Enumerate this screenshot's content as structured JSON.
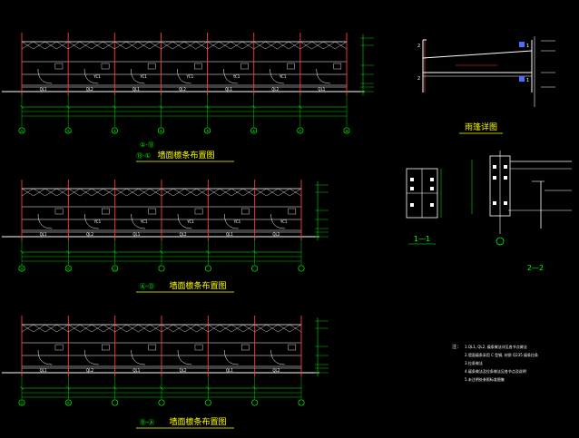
{
  "colors": {
    "background": "#000000",
    "frame": "#ffffff",
    "column": "#ff3b3b",
    "girt": "#ffffff",
    "dimension": "#00ff00",
    "title": "#ffff00",
    "grid_bubble": "#00ff00",
    "note": "#ffffff",
    "accent_blue": "#4a6cff",
    "cyan": "#00ffff"
  },
  "elevation_1": {
    "title_circles": [
      "①-⑬",
      "⑬-①"
    ],
    "title": "墙面檩条布置图",
    "grid_labels": [
      "①",
      "②",
      "③",
      "④",
      "⑤",
      "⑥",
      "⑦",
      "⑧"
    ],
    "bay_labels": [
      "YC1",
      "YC1",
      "YC1",
      "YC1",
      "YC1"
    ],
    "member_labels": [
      "QL1",
      "QL2",
      "QL1",
      "QL2",
      "QL1",
      "QL2",
      "QL1"
    ]
  },
  "elevation_2": {
    "title": "墙面檩条布置图",
    "title_circles": [
      "Ⓐ-Ⓓ"
    ],
    "grid_labels": [
      "Ⓐ",
      "Ⓑ",
      "Ⓒ"
    ],
    "bay_labels": [
      "YC1",
      "YC1",
      "YC1",
      "YC1",
      "YC1"
    ],
    "member_labels": [
      "QL1",
      "QL2",
      "QL1",
      "QL2",
      "QL1",
      "QL2"
    ]
  },
  "elevation_3": {
    "title": "墙面檩条布置图",
    "title_circles": [
      "Ⓓ-Ⓐ"
    ],
    "grid_labels": [
      "Ⓐ",
      "Ⓑ"
    ],
    "member_labels": [
      "QL1",
      "QL2",
      "QL1",
      "QL2",
      "QL1",
      "QL2"
    ]
  },
  "detail_awning": {
    "title": "雨篷详图",
    "section_marks": [
      "2",
      "2",
      "1",
      "1"
    ]
  },
  "detail_section_1": {
    "title": "1—1"
  },
  "detail_section_2": {
    "title": "2—2"
  },
  "notes": {
    "label": "注：",
    "lines": [
      "1.QL1, QL2, 檩条做法详见各节点做法",
      "2.墙面檩条采用 C 型钢, 材质 Q235 檩条拉条",
      "3.拉条做法",
      "4.檩条做法及拉条做法见各节点及说明",
      "5.未注明处参照标准图集"
    ]
  }
}
